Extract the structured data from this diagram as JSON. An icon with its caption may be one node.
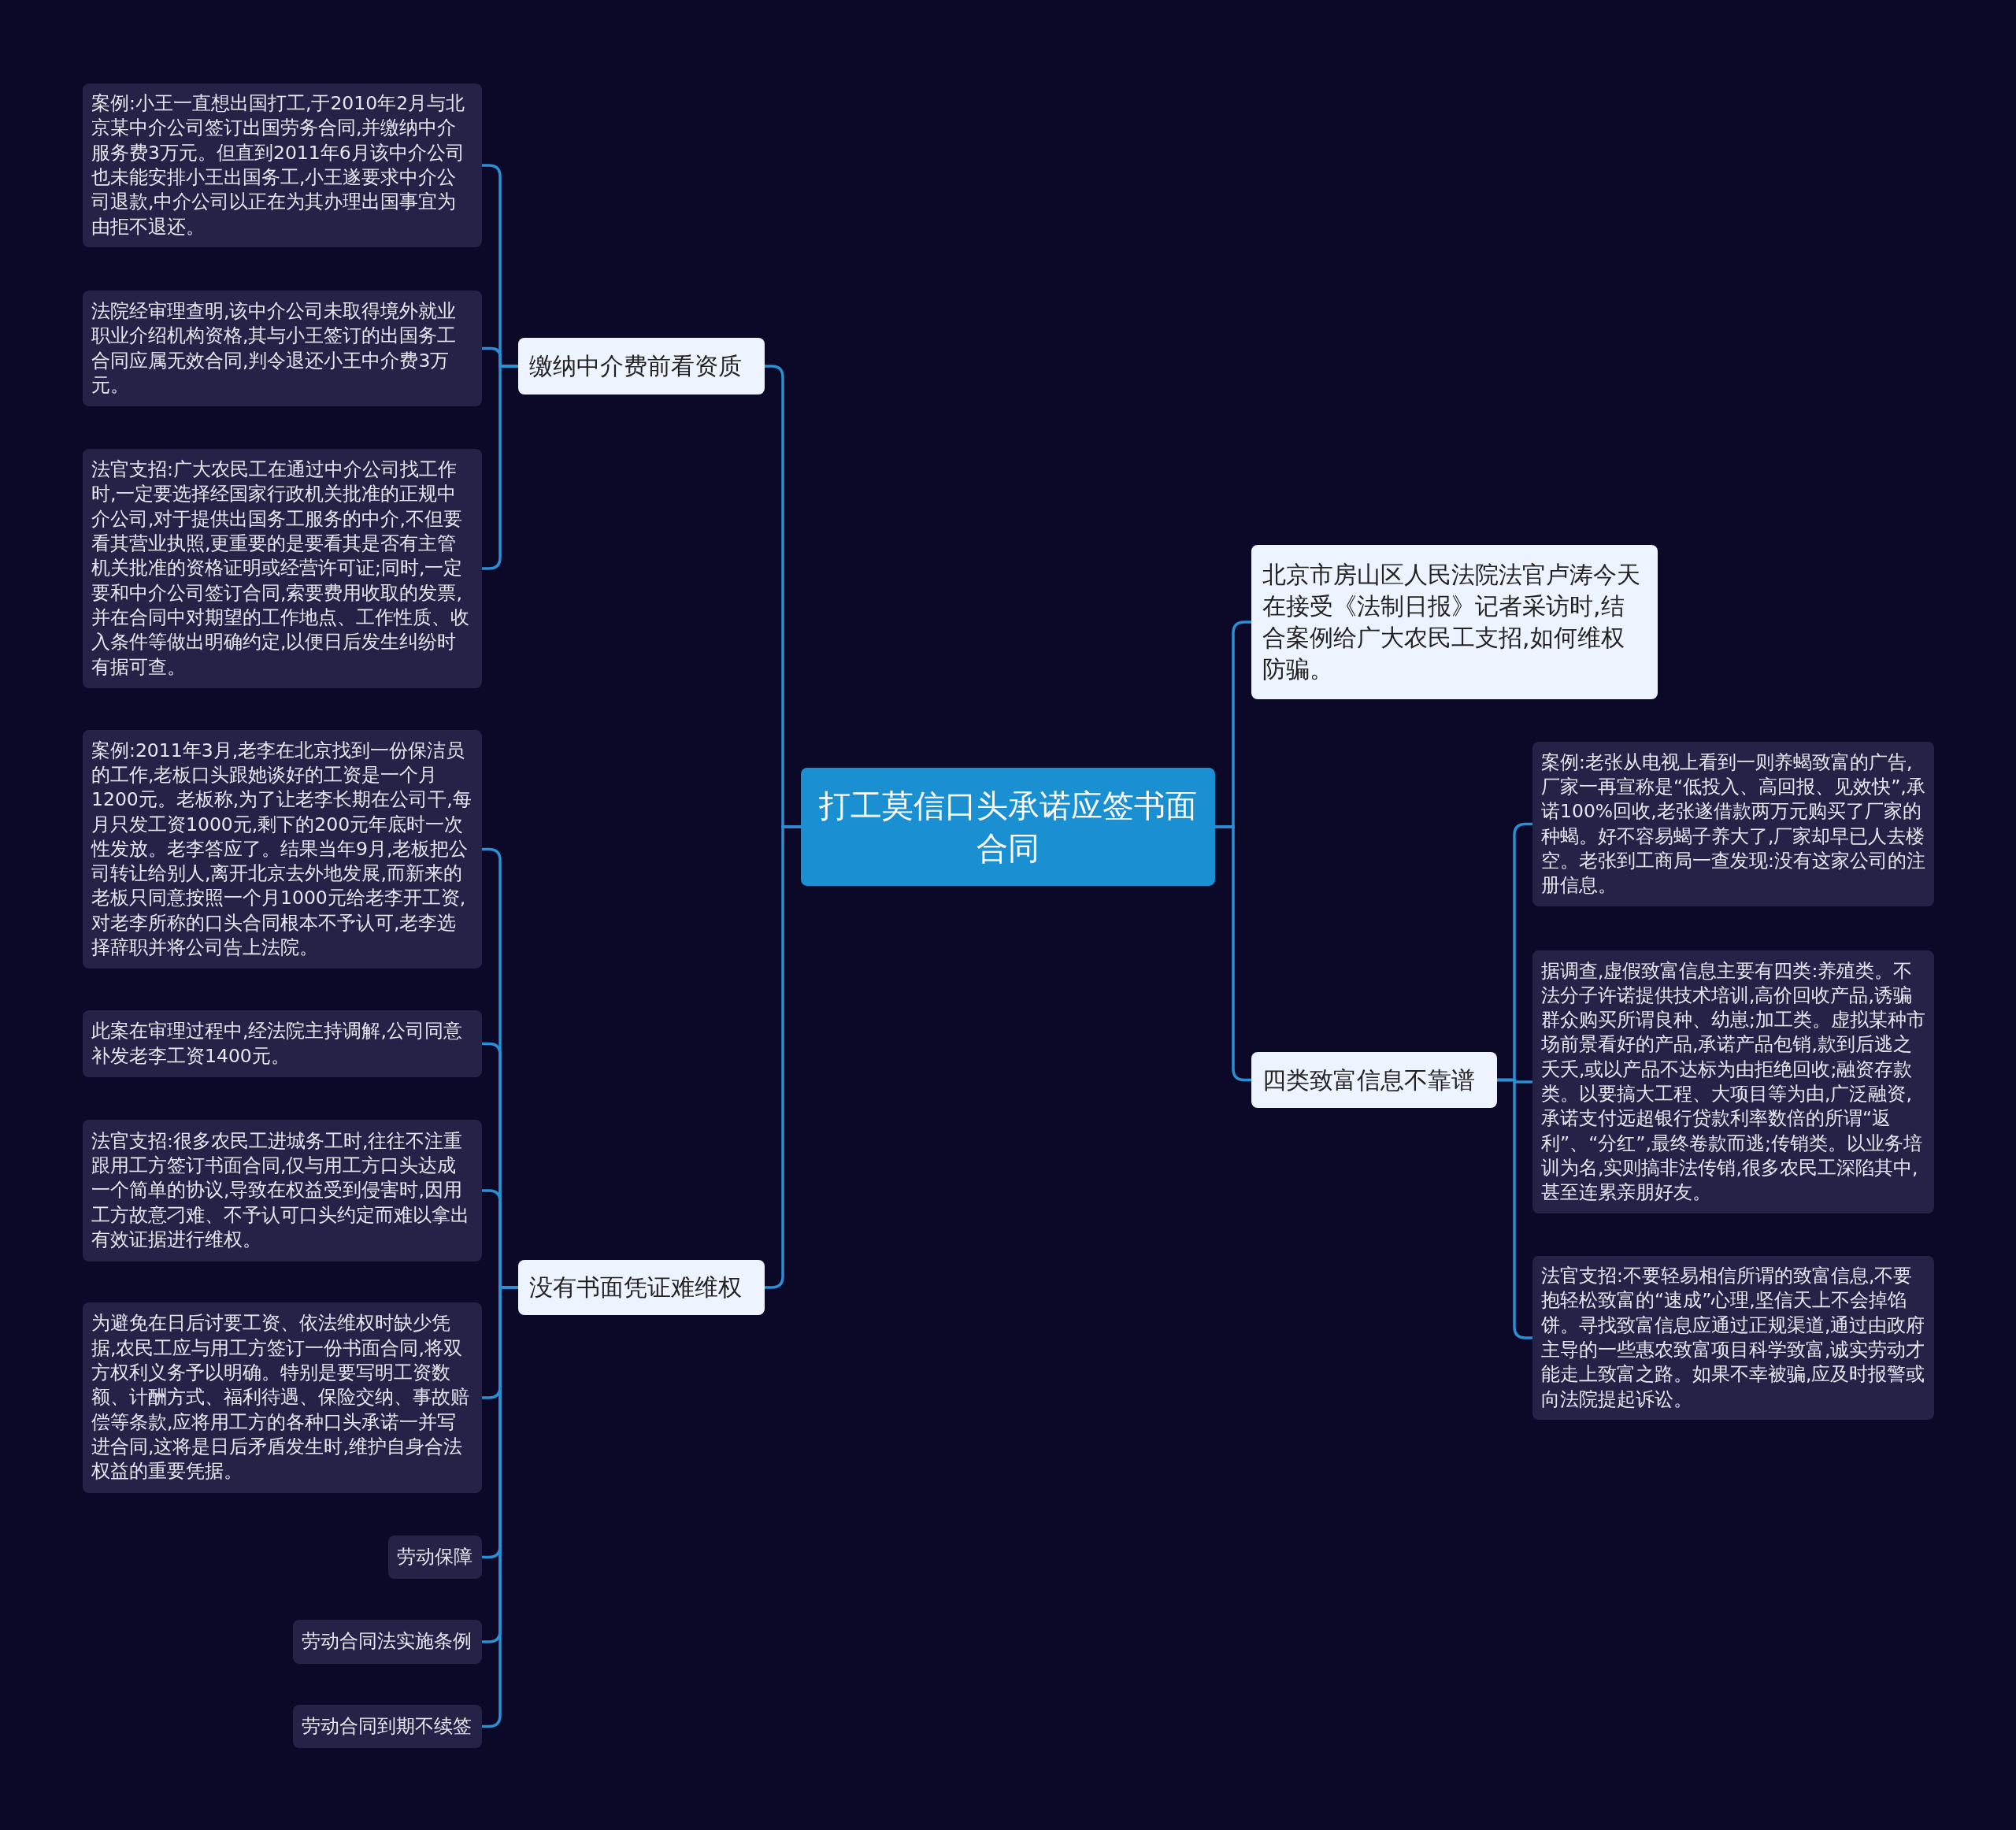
{
  "diagram": {
    "nodes": [
      {
        "text": [
          "打工莫信口头承诺应签书面合同"
        ]
      },
      {
        "text": [
          "缴纳中介费前看资质"
        ]
      },
      {
        "text": [
          "案例:小王一直想出国打工,于2010年2月与北京某中介公司签订出国劳务合同,并缴纳中介服务费3万元。但直到2011年6月该中介公司也未能安排小王出国务工,小王遂要求中介公司退款,中介公司以正在为其办理出国事宜为由拒不退还。"
        ]
      },
      {
        "text": [
          "法院经审理查明,该中介公司未取得境外就业职业介绍机构资格,其与小王签订的出国务工合同应属无效合同,判令退还小王中介费3万元。"
        ]
      },
      {
        "text": [
          "法官支招:广大农民工在通过中介公司找工作时,一定要选择经国家行政机关批准的正规中介公司,对于提供出国务工服务的中介,不但要看其营业执照,更重要的是要看其是否有主管机关批准的资格证明或经营许可证;同时,一定要和中介公司签订合同,索要费用收取的发票,并在合同中对期望的工作地点、工作性质、收入条件等做出明确约定,以便日后发生纠纷时有据可查。"
        ]
      },
      {
        "text": [
          "没有书面凭证难维权"
        ]
      },
      {
        "text": [
          "案例:2011年3月,老李在北京找到一份保洁员的工作,老板口头跟她谈好的工资是一个月1200元。老板称,为了让老李长期在公司干,每月只发工资1000元,剩下的200元年底时一次性发放。老李答应了。结果当年9月,老板把公司转让给别人,离开北京去外地发展,而新来的老板只同意按照一个月1000元给老李开工资,对老李所称的口头合同根本不予认可,老李选择辞职并将公司告上法院。"
        ]
      },
      {
        "text": [
          "此案在审理过程中,经法院主持调解,公司同意补发老李工资1400元。"
        ]
      },
      {
        "text": [
          "法官支招:很多农民工进城务工时,往往不注重跟用工方签订书面合同,仅与用工方口头达成一个简单的协议,导致在权益受到侵害时,因用工方故意刁难、不予认可口头约定而难以拿出有效证据进行维权。"
        ]
      },
      {
        "text": [
          "为避免在日后讨要工资、依法维权时缺少凭据,农民工应与用工方签订一份书面合同,将双方权利义务予以明确。特别是要写明工资数额、计酬方式、福利待遇、保险交纳、事故赔偿等条款,应将用工方的各种口头承诺一并写进合同,这将是日后矛盾发生时,维护自身合法权益的重要凭据。"
        ]
      },
      {
        "text": [
          "劳动保障"
        ]
      },
      {
        "text": [
          "劳动合同法实施条例"
        ]
      },
      {
        "text": [
          "劳动合同到期不续签"
        ]
      },
      {
        "text": [
          "北京市房山区人民法院法官卢涛今天在接受《法制日报》记者采访时,结合案例给广大农民工支招,如何维权防骗。"
        ]
      },
      {
        "text": [
          "四类致富信息不靠谱"
        ]
      },
      {
        "text": [
          "案例:老张从电视上看到一则养蝎致富的广告,厂家一再宣称是“低投入、高回报、见效快”,承诺100%回收,老张遂借款两万元购买了厂家的种蝎。好不容易蝎子养大了,厂家却早已人去楼空。老张到工商局一查发现:没有这家公司的注册信息。"
        ]
      },
      {
        "text": [
          "据调查,虚假致富信息主要有四类:养殖类。不法分子许诺提供技术培训,高价回收产品,诱骗群众购买所谓良种、幼崽;加工类。虚拟某种市场前景看好的产品,承诺产品包销,款到后逃之夭夭,或以产品不达标为由拒绝回收;融资存款类。以要搞大工程、大项目等为由,广泛融资,承诺支付远超银行贷款利率数倍的所谓“返利”、“分红”,最终卷款而逃;传销类。以业务培训为名,实则搞非法传销,很多农民工深陷其中,甚至连累亲朋好友。"
        ]
      },
      {
        "text": [
          "法官支招:不要轻易相信所谓的致富信息,不要抱轻松致富的“速成”心理,坚信天上不会掉馅饼。寻找致富信息应通过正规渠道,通过由政府主导的一些惠农致富项目科学致富,诚实劳动才能走上致富之路。如果不幸被骗,应及时报警或向法院提起诉讼。"
        ]
      }
    ],
    "edges": [
      {
        "from": 0,
        "to": 1,
        "arrow": "none"
      },
      {
        "from": 0,
        "to": 5,
        "arrow": "none"
      },
      {
        "from": 0,
        "to": 13,
        "arrow": "none"
      },
      {
        "from": 0,
        "to": 14,
        "arrow": "none"
      },
      {
        "from": 1,
        "to": 2,
        "arrow": "none"
      },
      {
        "from": 1,
        "to": 3,
        "arrow": "none"
      },
      {
        "from": 1,
        "to": 4,
        "arrow": "none"
      },
      {
        "from": 5,
        "to": 6,
        "arrow": "none"
      },
      {
        "from": 5,
        "to": 7,
        "arrow": "none"
      },
      {
        "from": 5,
        "to": 8,
        "arrow": "none"
      },
      {
        "from": 5,
        "to": 9,
        "arrow": "none"
      },
      {
        "from": 5,
        "to": 10,
        "arrow": "none"
      },
      {
        "from": 5,
        "to": 11,
        "arrow": "none"
      },
      {
        "from": 5,
        "to": 12,
        "arrow": "none"
      },
      {
        "from": 14,
        "to": 15,
        "arrow": "none"
      },
      {
        "from": 14,
        "to": 16,
        "arrow": "none"
      },
      {
        "from": 14,
        "to": 17,
        "arrow": "none"
      }
    ]
  }
}
